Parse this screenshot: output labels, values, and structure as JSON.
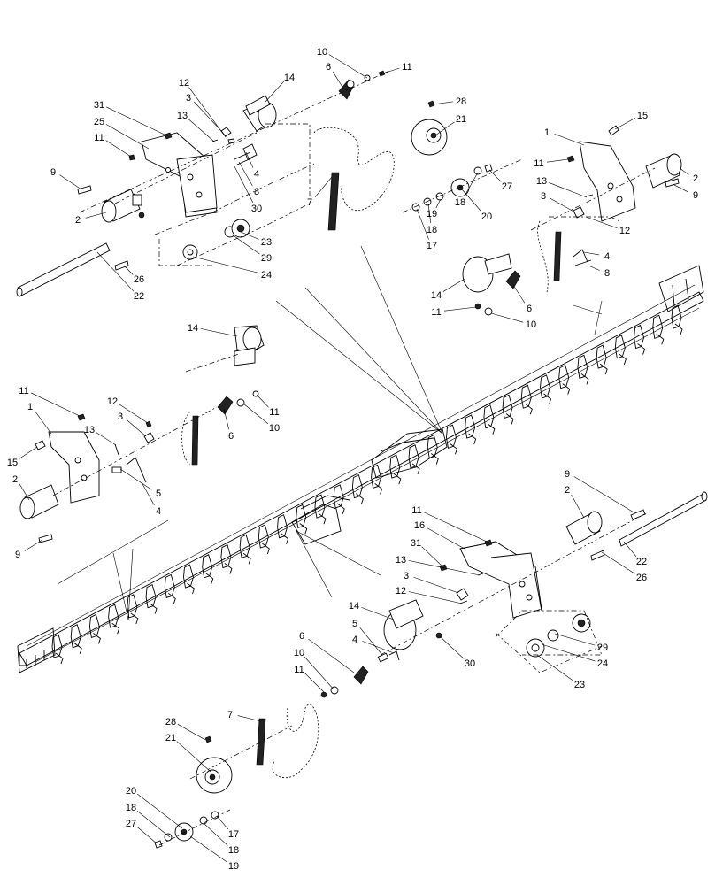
{
  "callouts": [
    {
      "id": "c-10-a",
      "text": "10"
    },
    {
      "id": "c-6-a",
      "text": "6"
    },
    {
      "id": "c-11-a",
      "text": "11"
    },
    {
      "id": "c-14-a",
      "text": "14"
    },
    {
      "id": "c-12-a",
      "text": "12"
    },
    {
      "id": "c-3-a",
      "text": "3"
    },
    {
      "id": "c-31-a",
      "text": "31"
    },
    {
      "id": "c-13-a",
      "text": "13"
    },
    {
      "id": "c-25-a",
      "text": "25"
    },
    {
      "id": "c-11-b",
      "text": "11"
    },
    {
      "id": "c-9-a",
      "text": "9"
    },
    {
      "id": "c-4-a",
      "text": "4"
    },
    {
      "id": "c-8-a",
      "text": "8"
    },
    {
      "id": "c-30-a",
      "text": "30"
    },
    {
      "id": "c-2-a",
      "text": "2"
    },
    {
      "id": "c-23-a",
      "text": "23"
    },
    {
      "id": "c-29-a",
      "text": "29"
    },
    {
      "id": "c-24-a",
      "text": "24"
    },
    {
      "id": "c-26-a",
      "text": "26"
    },
    {
      "id": "c-22-a",
      "text": "22"
    },
    {
      "id": "c-28-a",
      "text": "28"
    },
    {
      "id": "c-21-a",
      "text": "21"
    },
    {
      "id": "c-27-a",
      "text": "27"
    },
    {
      "id": "c-18-a",
      "text": "18"
    },
    {
      "id": "c-19-a",
      "text": "19"
    },
    {
      "id": "c-20-a",
      "text": "20"
    },
    {
      "id": "c-18-b",
      "text": "18"
    },
    {
      "id": "c-17-a",
      "text": "17"
    },
    {
      "id": "c-7-a",
      "text": "7"
    },
    {
      "id": "c-15-a",
      "text": "15"
    },
    {
      "id": "c-1-a",
      "text": "1"
    },
    {
      "id": "c-11-c",
      "text": "11"
    },
    {
      "id": "c-2-b",
      "text": "2"
    },
    {
      "id": "c-13-b",
      "text": "13"
    },
    {
      "id": "c-9-b",
      "text": "9"
    },
    {
      "id": "c-3-b",
      "text": "3"
    },
    {
      "id": "c-12-b",
      "text": "12"
    },
    {
      "id": "c-4-b",
      "text": "4"
    },
    {
      "id": "c-8-b",
      "text": "8"
    },
    {
      "id": "c-14-b",
      "text": "14"
    },
    {
      "id": "c-6-b",
      "text": "6"
    },
    {
      "id": "c-11-d",
      "text": "11"
    },
    {
      "id": "c-10-b",
      "text": "10"
    },
    {
      "id": "c-14-c",
      "text": "14"
    },
    {
      "id": "c-11-e",
      "text": "11"
    },
    {
      "id": "c-11-f",
      "text": "11"
    },
    {
      "id": "c-1-b",
      "text": "1"
    },
    {
      "id": "c-10-c",
      "text": "10"
    },
    {
      "id": "c-12-c",
      "text": "12"
    },
    {
      "id": "c-13-c",
      "text": "13"
    },
    {
      "id": "c-3-c",
      "text": "3"
    },
    {
      "id": "c-6-c",
      "text": "6"
    },
    {
      "id": "c-15-b",
      "text": "15"
    },
    {
      "id": "c-2-c",
      "text": "2"
    },
    {
      "id": "c-5-a",
      "text": "5"
    },
    {
      "id": "c-4-c",
      "text": "4"
    },
    {
      "id": "c-9-c",
      "text": "9"
    },
    {
      "id": "c-9-d",
      "text": "9"
    },
    {
      "id": "c-2-d",
      "text": "2"
    },
    {
      "id": "c-11-g",
      "text": "11"
    },
    {
      "id": "c-16-a",
      "text": "16"
    },
    {
      "id": "c-31-b",
      "text": "31"
    },
    {
      "id": "c-22-b",
      "text": "22"
    },
    {
      "id": "c-26-b",
      "text": "26"
    },
    {
      "id": "c-13-d",
      "text": "13"
    },
    {
      "id": "c-3-d",
      "text": "3"
    },
    {
      "id": "c-12-d",
      "text": "12"
    },
    {
      "id": "c-14-d",
      "text": "14"
    },
    {
      "id": "c-5-b",
      "text": "5"
    },
    {
      "id": "c-4-d",
      "text": "4"
    },
    {
      "id": "c-6-d",
      "text": "6"
    },
    {
      "id": "c-10-d",
      "text": "10"
    },
    {
      "id": "c-11-h",
      "text": "11"
    },
    {
      "id": "c-29-b",
      "text": "29"
    },
    {
      "id": "c-24-b",
      "text": "24"
    },
    {
      "id": "c-30-b",
      "text": "30"
    },
    {
      "id": "c-23-b",
      "text": "23"
    },
    {
      "id": "c-7-b",
      "text": "7"
    },
    {
      "id": "c-28-b",
      "text": "28"
    },
    {
      "id": "c-21-b",
      "text": "21"
    },
    {
      "id": "c-20-b",
      "text": "20"
    },
    {
      "id": "c-18-c",
      "text": "18"
    },
    {
      "id": "c-27-b",
      "text": "27"
    },
    {
      "id": "c-17-b",
      "text": "17"
    },
    {
      "id": "c-18-d",
      "text": "18"
    },
    {
      "id": "c-19-b",
      "text": "19"
    }
  ]
}
